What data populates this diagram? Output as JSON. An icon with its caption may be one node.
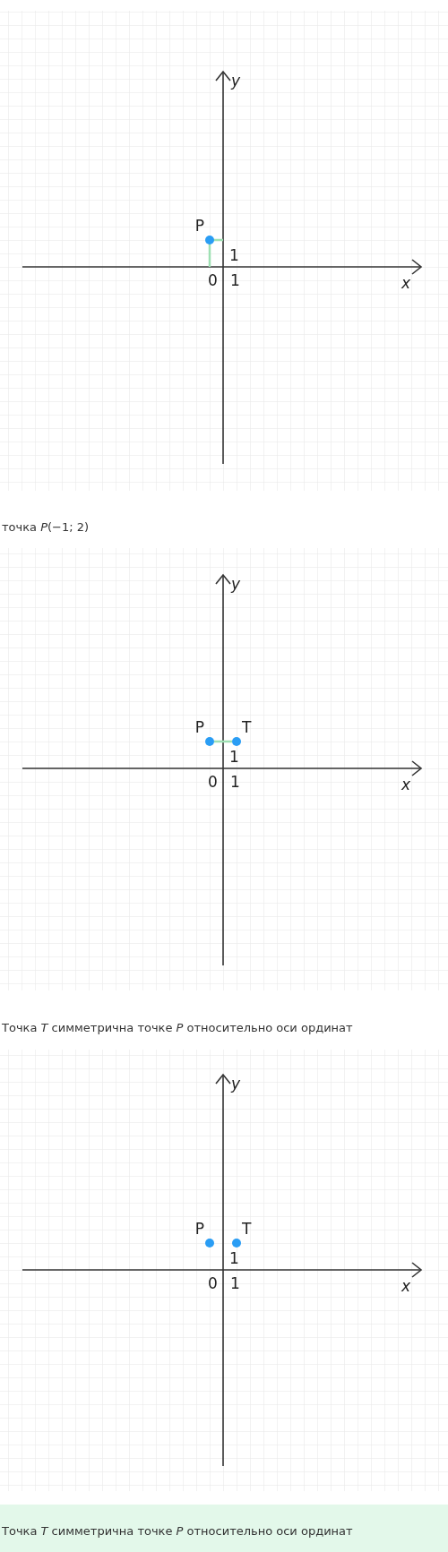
{
  "diagram": {
    "nodes": [
      {
        "text": [
          "P"
        ]
      },
      {
        "text": [
          "P"
        ]
      },
      {
        "text": [
          "T"
        ]
      },
      {
        "text": [
          "P"
        ]
      },
      {
        "text": [
          "T"
        ]
      }
    ],
    "edges": [
      {
        "from": 1,
        "to": 2,
        "arrow": "none"
      }
    ],
    "labels": [
      "y",
      "1",
      "0",
      "1",
      "x",
      "точка *P*(−1; 2)",
      "y",
      "1",
      "0",
      "1",
      "x",
      "Точка *T* симметрична точке *P* относительно оси ординат",
      "y",
      "1",
      "0",
      "1",
      "x",
      "Точка *T* симметрична точке *P* относительно оси ординат"
    ]
  }
}
